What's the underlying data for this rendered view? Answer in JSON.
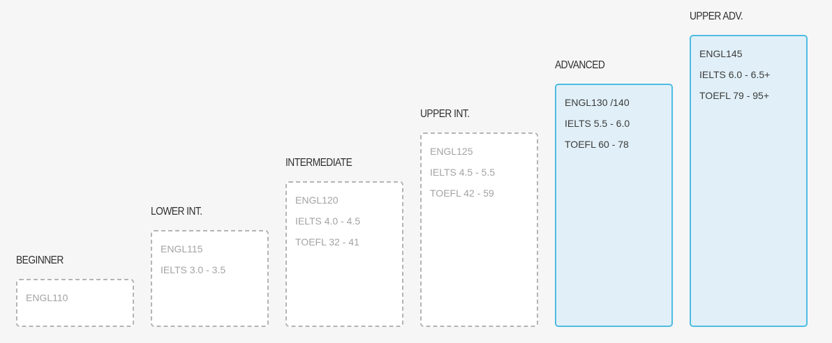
{
  "levels": [
    {
      "title": "BEGINNER",
      "lines": [
        "ENGL110"
      ],
      "active": false
    },
    {
      "title": "LOWER INT.",
      "lines": [
        "ENGL115",
        "IELTS 3.0 - 3.5"
      ],
      "active": false
    },
    {
      "title": "INTERMEDIATE",
      "lines": [
        "ENGL120",
        "IELTS 4.0 - 4.5",
        "TOEFL 32 - 41"
      ],
      "active": false
    },
    {
      "title": "UPPER INT.",
      "lines": [
        "ENGL125",
        "IELTS 4.5 - 5.5",
        "TOEFL 42 - 59"
      ],
      "active": false
    },
    {
      "title": "ADVANCED",
      "lines": [
        "ENGL130 /140",
        "IELTS 5.5 - 6.0",
        "TOEFL 60 - 78"
      ],
      "active": true
    },
    {
      "title": "UPPER ADV.",
      "lines": [
        "ENGL145",
        "IELTS 6.0 - 6.5+",
        "TOEFL 79 - 95+"
      ],
      "active": true
    }
  ],
  "colors": {
    "background": "#f6f6f6",
    "inactive_border": "#b4b4b4",
    "active_border": "#4ebbe2",
    "active_fill": "#e1f0f8"
  }
}
